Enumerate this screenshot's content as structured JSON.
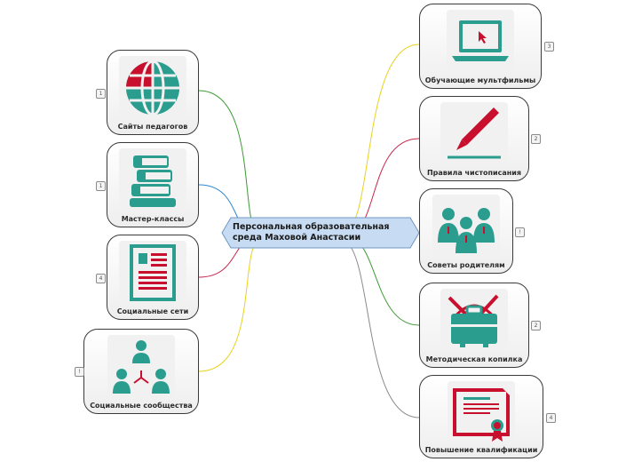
{
  "center": {
    "title_line1": "Персональная образовательная",
    "title_line2": "среда Маховой Анастасии",
    "fill_color": "#c7dcf2",
    "border_color": "#6f97c4"
  },
  "left_nodes": [
    {
      "label": "Сайты педагогов",
      "badge": "1",
      "icon": "globe-icon",
      "branch_color": "#3d9b35"
    },
    {
      "label": "Мастер-классы",
      "badge": "1",
      "icon": "books-icon",
      "branch_color": "#2f86d1"
    },
    {
      "label": "Социальные сети",
      "badge": "4",
      "icon": "document-icon",
      "branch_color": "#c8264d"
    },
    {
      "label": "Социальные сообщества",
      "badge": "!",
      "icon": "network-icon",
      "branch_color": "#e8d21f"
    }
  ],
  "right_nodes": [
    {
      "label": "Обучающие мультфильмы",
      "badge": "3",
      "icon": "laptop-icon",
      "branch_color": "#e8d21f"
    },
    {
      "label": "Правила чистописания",
      "badge": "2",
      "icon": "pen-icon",
      "branch_color": "#c8264d"
    },
    {
      "label": "Советы родителям",
      "badge": "!",
      "icon": "people-icon",
      "branch_color": "#2f86d1"
    },
    {
      "label": "Методическая копилка",
      "badge": "2",
      "icon": "briefcase-icon",
      "branch_color": "#3d9b35"
    },
    {
      "label": "Повышение квалификации",
      "badge": "4",
      "icon": "certificate-icon",
      "branch_color": "#8c8c8c"
    }
  ],
  "colors": {
    "teal": "#2a9d8f",
    "red": "#c8102e"
  }
}
